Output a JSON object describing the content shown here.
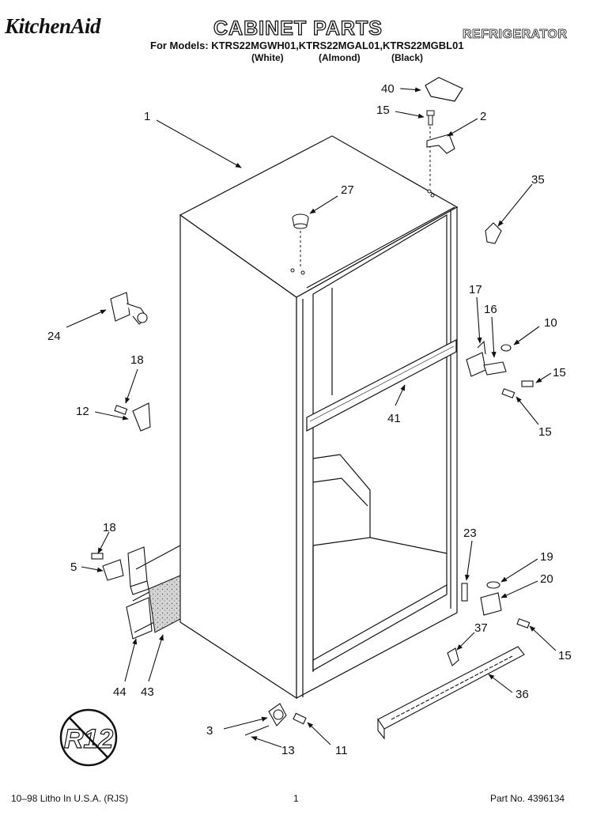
{
  "header": {
    "brand": "KitchenAid",
    "title": "CABINET PARTS",
    "appliance": "REFRIGERATOR",
    "models_line": "For Models: KTRS22MGWH01,KTRS22MGAL01,KTRS22MGBL01",
    "colors": [
      "(White)",
      "(Almond)",
      "(Black)"
    ]
  },
  "callouts": {
    "c1": "1",
    "c2": "2",
    "c3": "3",
    "c5": "5",
    "c10": "10",
    "c11": "11",
    "c12": "12",
    "c13": "13",
    "c15a": "15",
    "c15b": "15",
    "c15c": "15",
    "c15d": "15",
    "c16": "16",
    "c17": "17",
    "c18a": "18",
    "c18b": "18",
    "c19": "19",
    "c20": "20",
    "c23": "23",
    "c24": "24",
    "c27": "27",
    "c35": "35",
    "c36": "36",
    "c37": "37",
    "c40": "40",
    "c41": "41",
    "c43": "43",
    "c44": "44"
  },
  "logo_text": "R12",
  "footer": {
    "left": "10–98 Litho In U.S.A. (RJS)",
    "page": "1",
    "part_number": "Part No. 4396134"
  }
}
